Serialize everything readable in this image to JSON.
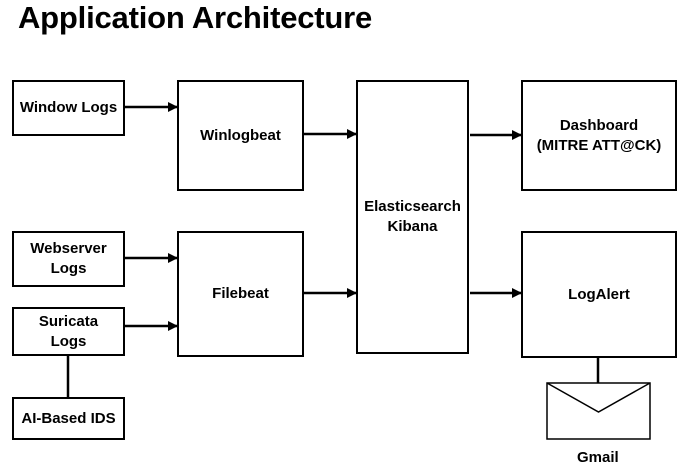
{
  "title": "Application Architecture",
  "nodes": {
    "window_logs": "Window Logs",
    "winlogbeat": "Winlogbeat",
    "webserver_logs": "Webserver\nLogs",
    "suricata_logs": "Suricata\nLogs",
    "ai_ids": "AI-Based IDS",
    "filebeat": "Filebeat",
    "elastic": "Elasticsearch\nKibana",
    "dashboard": "Dashboard\n(MITRE ATT@CK)",
    "logalert": "LogAlert"
  },
  "gmail_label": "Gmail",
  "colors": {
    "stroke": "#000000",
    "background": "#ffffff"
  }
}
